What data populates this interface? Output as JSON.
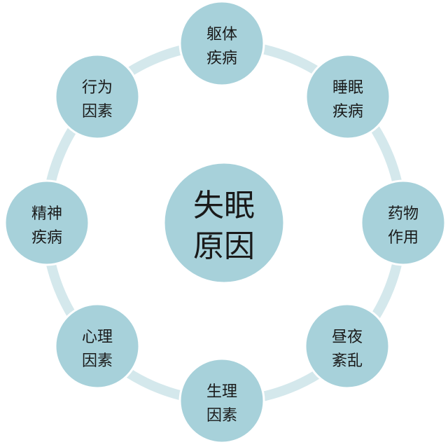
{
  "colors": {
    "background": "#ffffff",
    "ring": "#d4e8ec",
    "node_fill": "#a7d1da",
    "node_stroke": "#ffffff",
    "text": "#1a1a1a"
  },
  "center": {
    "lines": [
      "失眠",
      "原因"
    ]
  },
  "nodes": [
    {
      "id": "body-disease",
      "lines": [
        "躯体",
        "疾病"
      ]
    },
    {
      "id": "sleep-disease",
      "lines": [
        "睡眠",
        "疾病"
      ]
    },
    {
      "id": "drug-effect",
      "lines": [
        "药物",
        "作用"
      ]
    },
    {
      "id": "circadian-disorder",
      "lines": [
        "昼夜",
        "紊乱"
      ]
    },
    {
      "id": "physiological-factor",
      "lines": [
        "生理",
        "因素"
      ]
    },
    {
      "id": "psychological-factor",
      "lines": [
        "心理",
        "因素"
      ]
    },
    {
      "id": "mental-disease",
      "lines": [
        "精神",
        "疾病"
      ]
    },
    {
      "id": "behavioral-factor",
      "lines": [
        "行为",
        "因素"
      ]
    }
  ]
}
